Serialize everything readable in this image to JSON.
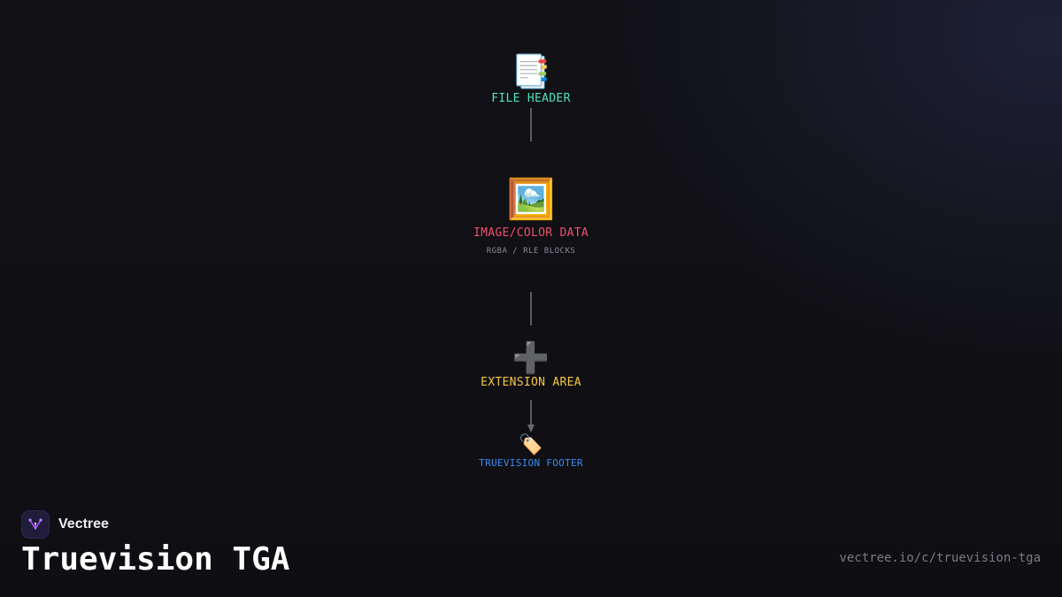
{
  "diagram": {
    "nodes": [
      {
        "id": "file-header",
        "icon": "bookmark-tabs-icon",
        "glyph": "📑",
        "label": "FILE HEADER",
        "sublabel": "",
        "color": "#4fe3c1"
      },
      {
        "id": "image-color-data",
        "icon": "framed-picture-icon",
        "glyph": "🖼️",
        "label": "IMAGE/COLOR DATA",
        "sublabel": "RGBA / RLE BLOCKS",
        "color": "#f0506e"
      },
      {
        "id": "extension-area",
        "icon": "plus-icon",
        "glyph": "➕",
        "label": "EXTENSION AREA",
        "sublabel": "",
        "color": "#f5c542"
      },
      {
        "id": "truevision-footer",
        "icon": "tag-icon",
        "glyph": "🏷️",
        "label": "TRUEVISION FOOTER",
        "sublabel": "",
        "color": "#3d8bf0"
      }
    ],
    "connector_color": "#5a5a62"
  },
  "brand": {
    "name": "Vectree",
    "logo_icon": "vectree-logo-icon",
    "accent": "#a855f7"
  },
  "title": "Truevision TGA",
  "url": "vectree.io/c/truevision-tga"
}
